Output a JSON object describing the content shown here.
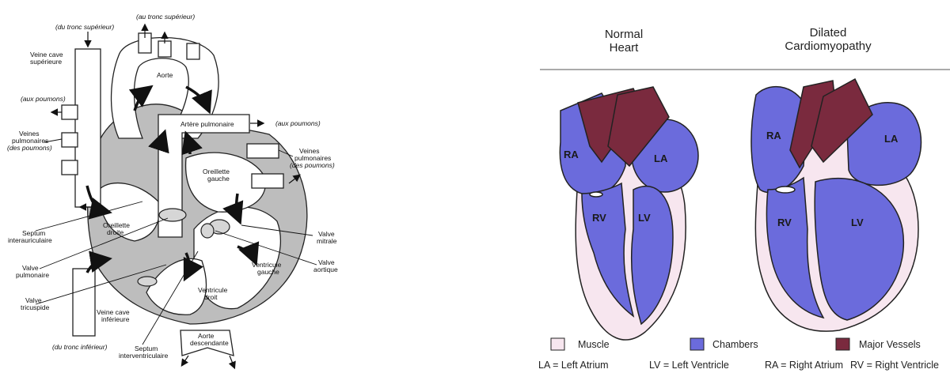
{
  "left_diagram": {
    "labels": {
      "tronc_superieur_1": "(du tronc supérieur)",
      "tronc_superieur_2": "(au tronc supérieur)",
      "veine_cave_sup": [
        "Veine cave",
        "supérieure"
      ],
      "aux_poumons_1": "(aux poumons)",
      "aux_poumons_2": "(aux poumons)",
      "aorte": "Aorte",
      "artere_pulmonaire": "Artère pulmonaire",
      "veines_pulm_left": [
        "Veines",
        "pulmonaires",
        "(des poumons)"
      ],
      "veines_pulm_right": [
        "Veines",
        "pulmonaires",
        "(des poumons)"
      ],
      "oreillette_gauche": [
        "Oreillette",
        "gauche"
      ],
      "oreillette_droite": [
        "Oreillette",
        "droite"
      ],
      "septum_interauriculaire": [
        "Septum",
        "interauriculaire"
      ],
      "valve_mitrale": [
        "Valve",
        "mitrale"
      ],
      "valve_aortique": [
        "Valve",
        "aortique"
      ],
      "valve_pulmonaire": [
        "Valve",
        "pulmonaire"
      ],
      "ventricule_gauche": [
        "Ventricule",
        "gauche"
      ],
      "ventricule_droit": [
        "Ventricule",
        "droit"
      ],
      "valve_tricuspide": [
        "Valve",
        "tricuspide"
      ],
      "veine_cave_inf": [
        "Veine cave",
        "inférieure"
      ],
      "tronc_inferieur": "(du tronc inférieur)",
      "septum_interventriculaire": [
        "Septum",
        "interventriculaire"
      ],
      "aorte_descendante": [
        "Aorte",
        "descendante"
      ]
    }
  },
  "right_diagram": {
    "titles": {
      "normal": [
        "Normal",
        "Heart"
      ],
      "dilated": [
        "Dilated",
        "Cardiomyopathy"
      ]
    },
    "chamber_labels": {
      "ra": "RA",
      "la": "LA",
      "rv": "RV",
      "lv": "LV"
    },
    "legend": [
      {
        "label": "Muscle",
        "color": "#f7e6ef"
      },
      {
        "label": "Chambers",
        "color": "#6b6bdc"
      },
      {
        "label": "Major Vessels",
        "color": "#7a2a3e"
      }
    ],
    "abbreviations": [
      "LA = Left Atrium",
      "LV = Left Ventricle",
      "RA = Right Atrium",
      "RV = Right Ventricle"
    ]
  }
}
